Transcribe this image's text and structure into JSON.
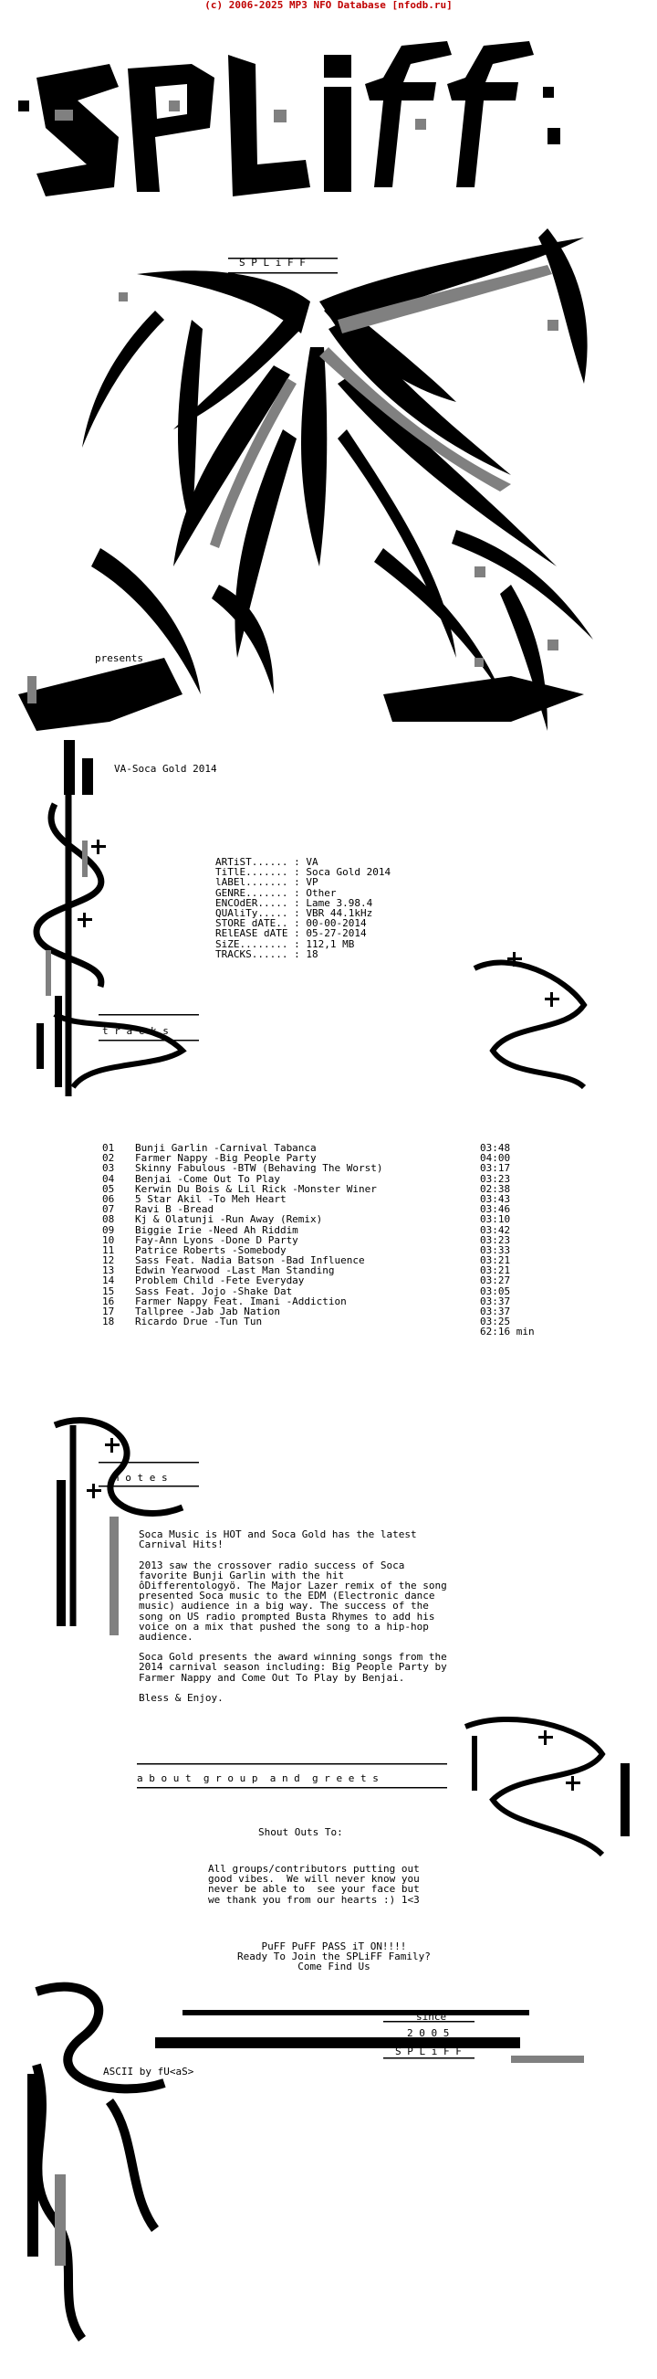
{
  "header": "(c) 2006-2025 MP3 NFO Database [nfodb.ru]",
  "logo_tag": "S P L i F F",
  "presents": "presents",
  "release_title": "VA-Soca Gold 2014",
  "info": [
    {
      "k": "ARTiST......",
      "v": "VA"
    },
    {
      "k": "TiTlE.......",
      "v": "Soca Gold 2014"
    },
    {
      "k": "lABEl.......",
      "v": "VP"
    },
    {
      "k": "GENRE.......",
      "v": "Other"
    },
    {
      "k": "ENCOdER.....",
      "v": "Lame 3.98.4"
    },
    {
      "k": "QUAliTy.....",
      "v": "VBR 44.1kHz"
    },
    {
      "k": "STORE dATE..",
      "v": "00-00-2014"
    },
    {
      "k": "RElEASE dATE",
      "v": "05-27-2014"
    },
    {
      "k": "SiZE........",
      "v": "112,1 MB"
    },
    {
      "k": "TRACKS......",
      "v": "18"
    }
  ],
  "tracks_label": "t r a c k s",
  "tracks": [
    {
      "n": "01",
      "t": "Bunji Garlin -Carnival Tabanca",
      "d": "03:48"
    },
    {
      "n": "02",
      "t": "Farmer Nappy -Big People Party",
      "d": "04:00"
    },
    {
      "n": "03",
      "t": "Skinny Fabulous -BTW (Behaving The Worst)",
      "d": "03:17"
    },
    {
      "n": "04",
      "t": "Benjai -Come Out To Play",
      "d": "03:23"
    },
    {
      "n": "05",
      "t": "Kerwin Du Bois & Lil Rick -Monster Winer",
      "d": "02:38"
    },
    {
      "n": "06",
      "t": "5 Star Akil -To Meh Heart",
      "d": "03:43"
    },
    {
      "n": "07",
      "t": "Ravi B -Bread",
      "d": "03:46"
    },
    {
      "n": "08",
      "t": "Kj & Olatunji -Run Away (Remix)",
      "d": "03:10"
    },
    {
      "n": "09",
      "t": "Biggie Irie -Need Ah Riddim",
      "d": "03:42"
    },
    {
      "n": "10",
      "t": "Fay-Ann Lyons -Done D Party",
      "d": "03:23"
    },
    {
      "n": "11",
      "t": "Patrice Roberts -Somebody",
      "d": "03:33"
    },
    {
      "n": "12",
      "t": "Sass Feat. Nadia Batson -Bad Influence",
      "d": "03:21"
    },
    {
      "n": "13",
      "t": "Edwin Yearwood -Last Man Standing",
      "d": "03:21"
    },
    {
      "n": "14",
      "t": "Problem Child -Fete Everyday",
      "d": "03:27"
    },
    {
      "n": "15",
      "t": "Sass Feat. Jojo -Shake Dat",
      "d": "03:05"
    },
    {
      "n": "16",
      "t": "Farmer Nappy Feat. Imani -Addiction",
      "d": "03:37"
    },
    {
      "n": "17",
      "t": "Tallpree -Jab Jab Nation",
      "d": "03:37"
    },
    {
      "n": "18",
      "t": "Ricardo Drue -Tun Tun",
      "d": "03:25"
    }
  ],
  "total_time": "62:16 min",
  "notes_label": "n o t e s",
  "notes": [
    "Soca Music is HOT and Soca Gold has the latest",
    "Carnival Hits!",
    "",
    "2013 saw the crossover radio success of Soca",
    "favorite Bunji Garlin with the hit",
    "ôDifferentologyö. The Major Lazer remix of the song",
    "presented Soca music to the EDM (Electronic dance",
    "music) audience in a big way. The success of the",
    "song on US radio prompted Busta Rhymes to add his",
    "voice on a mix that pushed the song to a hip-hop",
    "audience.",
    "",
    "Soca Gold presents the award winning songs from the",
    "2014 carnival season including: Big People Party by",
    "Farmer Nappy and Come Out To Play by Benjai.",
    "",
    "Bless & Enjoy."
  ],
  "about_label": "a b o u t  g r o u p  a n d  g r e e t s",
  "shoutouts_title": "Shout Outs To:",
  "shoutouts": [
    "All groups/contributors putting out",
    "good vibes.  We will never know you",
    "never be able to  see your face but",
    "we thank you from our hearts :) 1<3"
  ],
  "puff": [
    "PuFF PuFF PASS iT ON!!!!",
    "Ready To Join the SPLiFF Family?",
    "Come Find Us"
  ],
  "since_label": "since",
  "since_year": "2 0 0 5",
  "footer_tag": "S P L i F F",
  "ascii_credit": "ASCII by fU<aS>",
  "colors": {
    "header": "#c00000",
    "ink": "#000000",
    "mid": "#808080",
    "light": "#c0c0c0"
  }
}
